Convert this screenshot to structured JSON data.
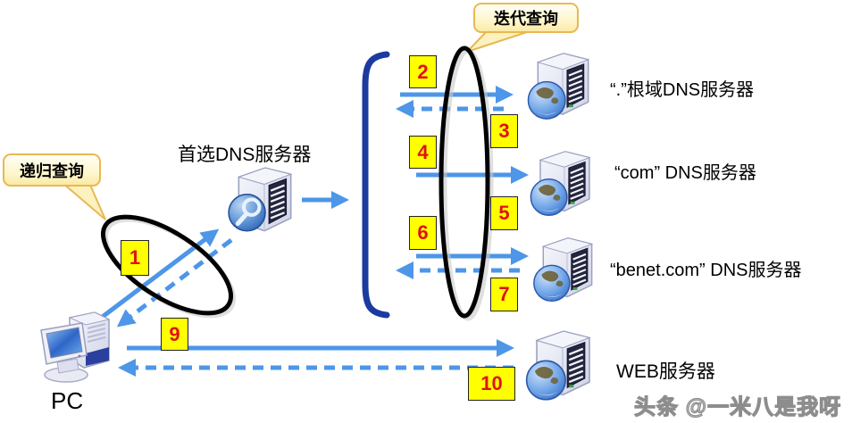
{
  "callouts": {
    "recursive": "递归查询",
    "iterative": "迭代查询"
  },
  "nodes": {
    "pc": "PC",
    "preferred": "首选DNS服务器",
    "root": "“.”根域DNS服务器",
    "com": "“com” DNS服务器",
    "benet": "“benet.com” DNS服务器",
    "web": "WEB服务器"
  },
  "steps": {
    "s1": "1",
    "s2": "2",
    "s3": "3",
    "s4": "4",
    "s5": "5",
    "s6": "6",
    "s7": "7",
    "s9": "9",
    "s10": "10"
  },
  "watermark": "头条 @一米八是我呀",
  "colors": {
    "arrow": "#4D96E8",
    "bracket": "#1C3AA0",
    "step_bg": "#FFFF00",
    "step_number": "#E01212",
    "callout_bg": "#FFF8D6",
    "callout_border": "#E8B852",
    "ellipse": "#000000"
  }
}
